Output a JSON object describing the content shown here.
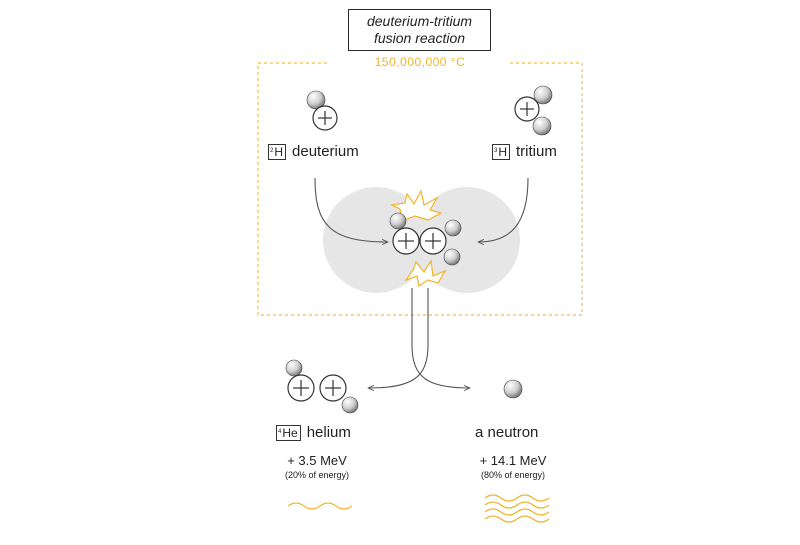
{
  "title": {
    "line1": "deuterium-tritium",
    "line2": "fusion reaction"
  },
  "temperature": "150,000,000 °C",
  "reactants": {
    "deuterium": {
      "symbol": "H",
      "superscript": "2",
      "label": "deuterium"
    },
    "tritium": {
      "symbol": "H",
      "superscript": "3",
      "label": "tritium"
    }
  },
  "products": {
    "helium": {
      "symbol": "He",
      "superscript": "4",
      "label": "helium",
      "energy": "+ 3.5 MeV",
      "share": "(20% of energy)"
    },
    "neutron": {
      "label": "a neutron",
      "energy": "+ 14.1 MeV",
      "share": "(80% of energy)"
    }
  },
  "colors": {
    "accent": "#f0b429",
    "dashed_box": "#f5c764",
    "fusion_glow": "#e6e6e6",
    "lines": "#555555"
  }
}
